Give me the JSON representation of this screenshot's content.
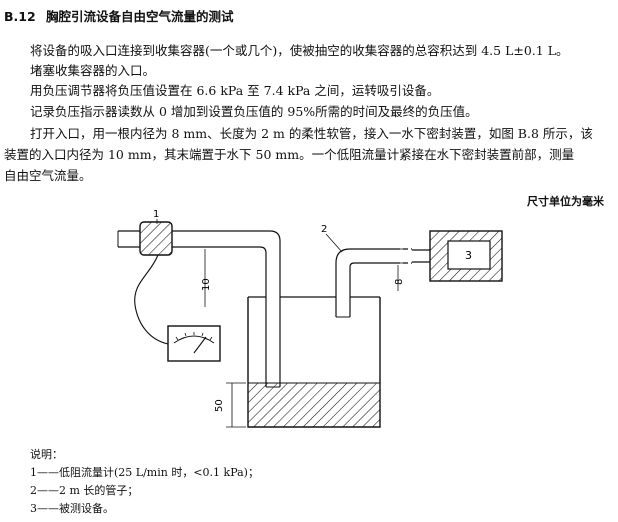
{
  "section": {
    "number": "B.12",
    "title": "胸腔引流设备自由空气流量的测试"
  },
  "paragraphs": [
    "将设备的吸入口连接到收集容器(一个或几个)，使被抽空的收集容器的总容积达到 4.5 L±0.1 L。",
    "堵塞收集容器的入口。",
    "用负压调节器将负压值设置在 6.6 kPa 至 7.4 kPa 之间，运转吸引设备。",
    "记录负压指示器读数从 0 增加到设置负压值的 95%所需的时间及最终的负压值。",
    "打开入口，用一根内径为 8 mm、长度为 2 m 的柔性软管，接入一水下密封装置，如图 B.8 所示，该",
    "装置的入口内径为 10 mm，其末端置于水下 50 mm。一个低阻流量计紧接在水下密封装置前部，测量",
    "自由空气流量。"
  ],
  "unit_note": "尺寸单位为毫米",
  "figure": {
    "callouts": [
      "1",
      "2",
      "3"
    ],
    "dimensions": [
      "10",
      "8",
      "50"
    ]
  },
  "legend": {
    "title": "说明：",
    "items": [
      "1——低阻流量计(25 L/min 时，<0.1 kPa)；",
      "2——2 m 长的管子；",
      "3——被测设备。"
    ]
  }
}
